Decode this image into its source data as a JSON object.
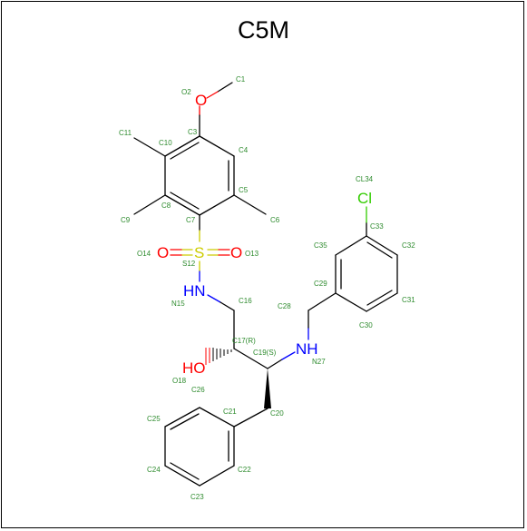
{
  "title": "C5M",
  "colors": {
    "carbon_label": "#2e8b2e",
    "bond": "#000000",
    "oxygen": "#ff0000",
    "nitrogen": "#0000ff",
    "sulfur": "#cccc00",
    "chlorine": "#33cc00"
  },
  "atoms": [
    {
      "id": "C1",
      "label": "C1"
    },
    {
      "id": "O2",
      "label": "O2"
    },
    {
      "id": "C3",
      "label": "C3"
    },
    {
      "id": "C4",
      "label": "C4"
    },
    {
      "id": "C5",
      "label": "C5"
    },
    {
      "id": "C6",
      "label": "C6"
    },
    {
      "id": "C7",
      "label": "C7"
    },
    {
      "id": "C8",
      "label": "C8"
    },
    {
      "id": "C9",
      "label": "C9"
    },
    {
      "id": "C10",
      "label": "C10"
    },
    {
      "id": "C11",
      "label": "C11"
    },
    {
      "id": "S12",
      "label": "S12"
    },
    {
      "id": "O13",
      "label": "O13"
    },
    {
      "id": "O14",
      "label": "O14"
    },
    {
      "id": "N15",
      "label": "N15"
    },
    {
      "id": "C16",
      "label": "C16"
    },
    {
      "id": "C17",
      "label": "C17(R)"
    },
    {
      "id": "O18",
      "label": "O18"
    },
    {
      "id": "C19",
      "label": "C19(S)"
    },
    {
      "id": "C20",
      "label": "C20"
    },
    {
      "id": "C21",
      "label": "C21"
    },
    {
      "id": "C22",
      "label": "C22"
    },
    {
      "id": "C23",
      "label": "C23"
    },
    {
      "id": "C24",
      "label": "C24"
    },
    {
      "id": "C25",
      "label": "C25"
    },
    {
      "id": "C26",
      "label": "C26"
    },
    {
      "id": "N27",
      "label": "N27"
    },
    {
      "id": "C28",
      "label": "C28"
    },
    {
      "id": "C29",
      "label": "C29"
    },
    {
      "id": "C30",
      "label": "C30"
    },
    {
      "id": "C31",
      "label": "C31"
    },
    {
      "id": "C32",
      "label": "C32"
    },
    {
      "id": "C33",
      "label": "C33"
    },
    {
      "id": "CL34",
      "label": "CL34"
    },
    {
      "id": "C35",
      "label": "C35"
    }
  ],
  "element_symbols": {
    "O2": "O",
    "S12": "S",
    "O13": "O",
    "O14": "O",
    "N15": "HN",
    "O18": "HO",
    "N27": "NH",
    "CL34": "Cl"
  }
}
